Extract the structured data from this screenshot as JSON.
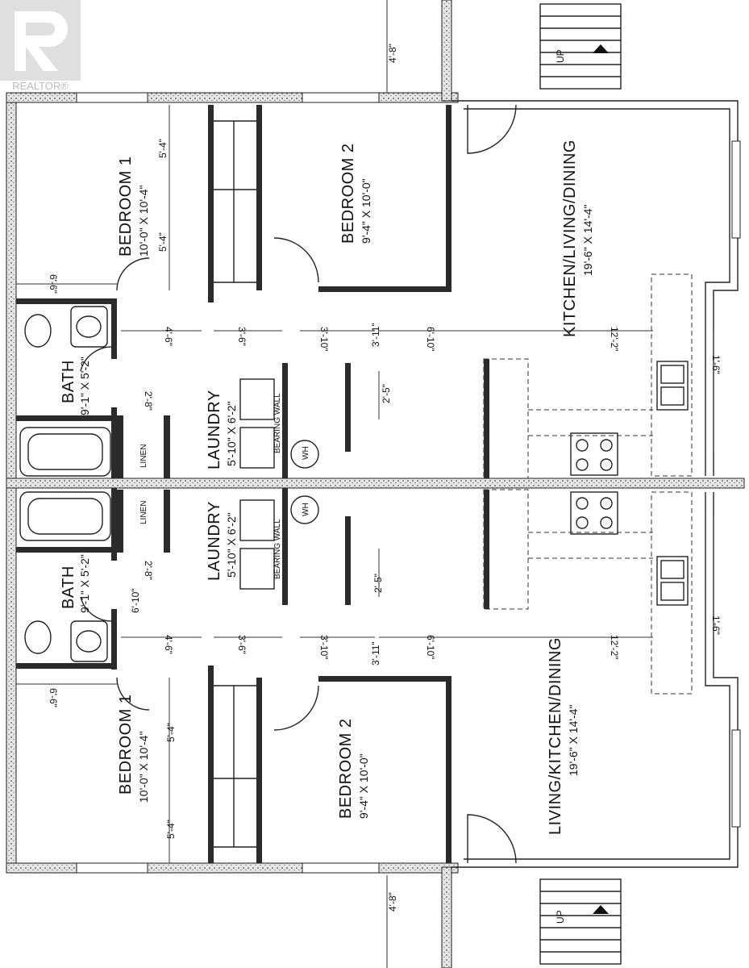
{
  "brand": {
    "watermark": "REALTOR®"
  },
  "unit_top": {
    "bedroom1": {
      "name": "BEDROOM 1",
      "dims": "10'-0\" X 10'-4\""
    },
    "bedroom2": {
      "name": "BEDROOM 2",
      "dims": "9'-4\" X 10'-0\""
    },
    "bath": {
      "name": "BATH",
      "dims": "9'-1\" X 5'-2\""
    },
    "laundry": {
      "name": "LAUNDRY",
      "dims": "5'-10\" X 6'-2\""
    },
    "kitchen": {
      "name": "KITCHEN/LIVING/DINING",
      "dims": "19'-6\" X 14'-4\""
    },
    "linen": "LINEN",
    "bearing_wall": "BEARING WALL",
    "water_heater": "WH",
    "stairs": "UP",
    "dimensions": [
      "4'-8\"",
      "5'-4\"",
      "5'-4\"",
      "6'-6\"",
      "4'-6\"",
      "3'-6\"",
      "3'-10\"",
      "3'-11\"",
      "6'-10\"",
      "12'-2\"",
      "1'-6\"",
      "2'-5\"",
      "2'-8\""
    ]
  },
  "unit_bottom": {
    "bedroom1": {
      "name": "BEDROOM 1",
      "dims": "10'-0\" X 10'-4\""
    },
    "bedroom2": {
      "name": "BEDROOM 2",
      "dims": "9'-4\" X 10'-0\""
    },
    "bath": {
      "name": "BATH",
      "dims": "9'-1\" X 5'-2\""
    },
    "laundry": {
      "name": "LAUNDRY",
      "dims": "5'-10\" X 6'-2\""
    },
    "kitchen": {
      "name": "LIVING/KITCHEN/DINING",
      "dims": "19'-6\" X 14'-4\""
    },
    "linen": "LINEN",
    "bearing_wall": "BEARING WALL",
    "water_heater": "WH",
    "stairs": "UP",
    "dimensions": [
      "4'-8\"",
      "5'-4\"",
      "5'-4\"",
      "6'-6\"",
      "4'-6\"",
      "3'-6\"",
      "3'-10\"",
      "3'-11\"",
      "6'-10\"",
      "12'-2\"",
      "1'-6\"",
      "2'-5\"",
      "2'-8\"",
      "6'-10\""
    ]
  }
}
